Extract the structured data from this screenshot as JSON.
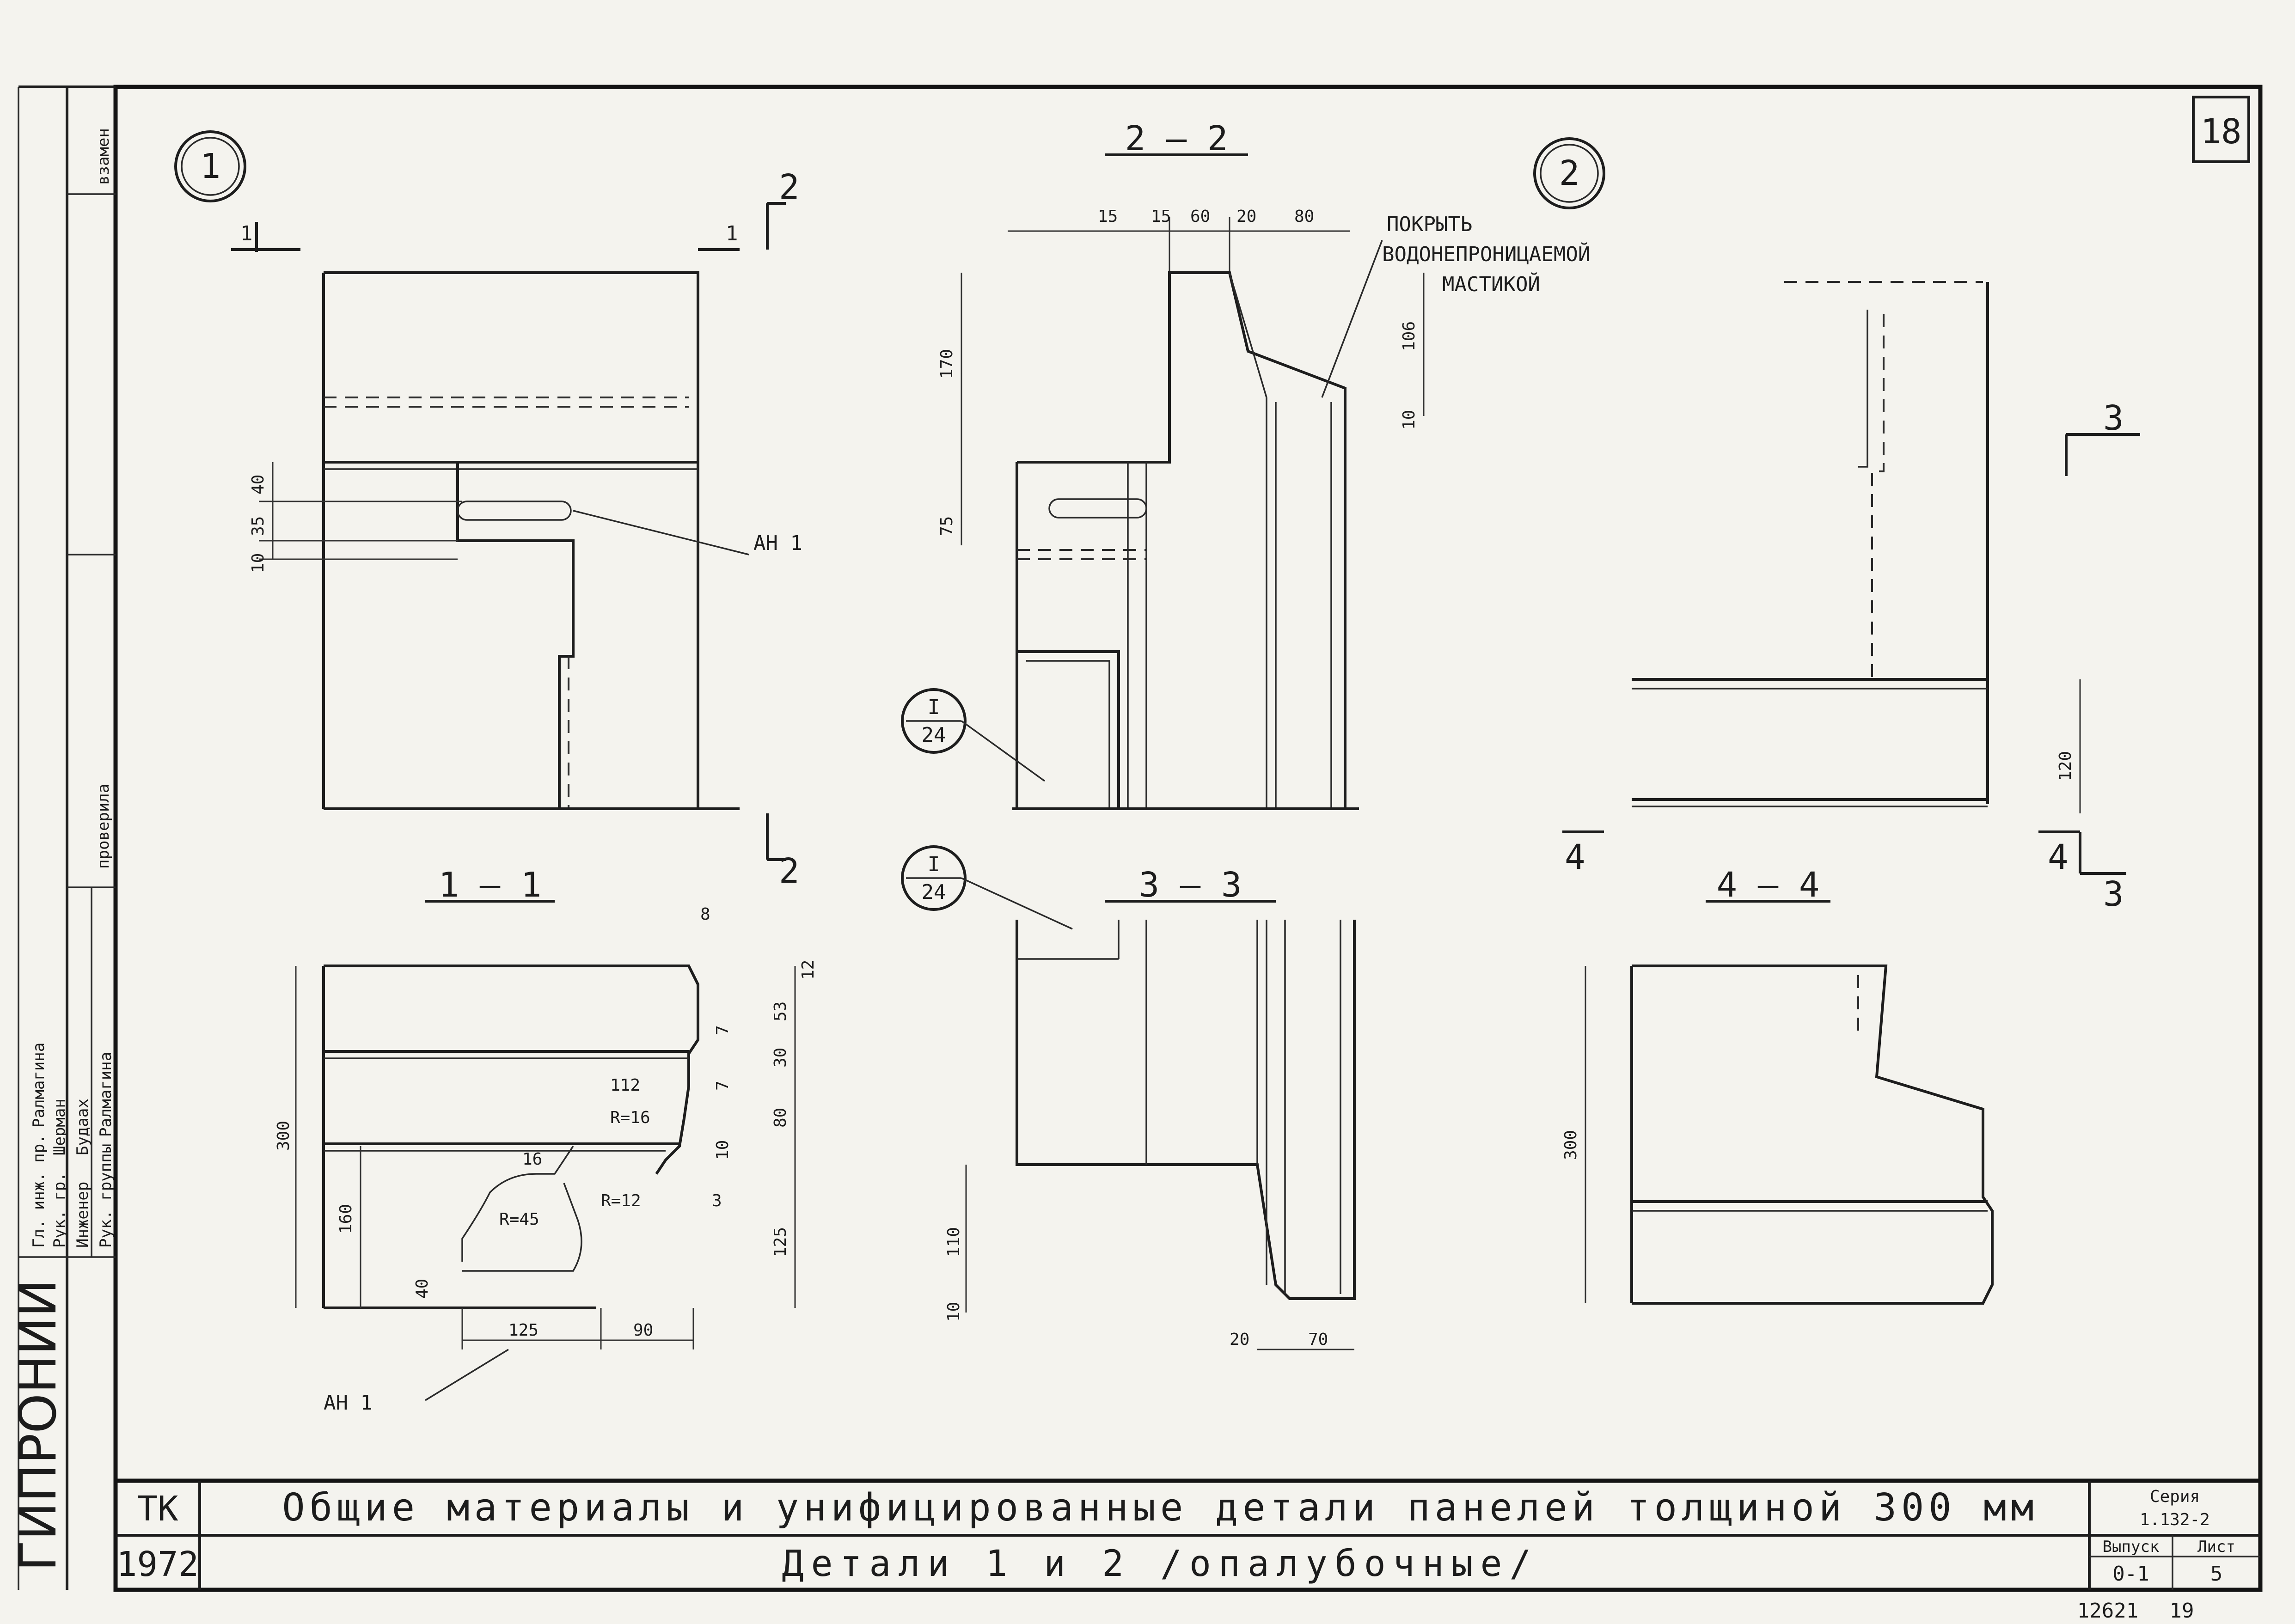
{
  "sheet": {
    "number": "18",
    "title": "Общие материалы и унифицированные детали панелей толщиной 300 мм",
    "subtitle": "Детали 1 и 2 /опалубочные/",
    "org_code": "ТК",
    "year": "1972",
    "series_label": "Серия",
    "series_value": "1.132-2",
    "issue_label": "Выпуск",
    "issue_value": "0-1",
    "page_label": "Лист",
    "page_value": "5",
    "archive_number": "12621",
    "archive_page": "19",
    "side_org": "ГИПРОНИИ",
    "side_checked": "проверила",
    "side_zamena": "взамен",
    "stamp_rows": [
      {
        "role": "Инженер",
        "name": "Будаах"
      },
      {
        "role": "Рук. гр.",
        "name": "Ралмагина"
      },
      {
        "role": "Гл. инж. пр.",
        "name": "Шерман"
      },
      {
        "role": "Рук. группы",
        "name": "Ралмагина"
      }
    ]
  },
  "drawing": {
    "detail_1": "1",
    "detail_2": "2",
    "sections": {
      "s11": "1 — 1",
      "s22": "2 — 2",
      "s33": "3 — 3",
      "s44": "4 — 4"
    },
    "cut_marks": {
      "c1": "1",
      "c2": "2",
      "c3": "3",
      "c4": "4"
    },
    "callout": {
      "top": "I",
      "bottom": "24"
    },
    "anchor_label": "АН 1",
    "note_lines": [
      "ПОКРЫТЬ",
      "ВОДОНЕПРОНИЦАЕМОЙ",
      "МАСТИКОЙ"
    ],
    "dims_s22_top": [
      "15",
      "15",
      "60",
      "20",
      "80"
    ],
    "dims_s22_left": [
      "170",
      "75"
    ],
    "dims_s22_right": [
      "106",
      "10"
    ],
    "dims_d1_left": [
      "40",
      "35",
      "10"
    ],
    "dims_d2_right": [
      "120"
    ],
    "dims_s11_right": [
      "8",
      "12",
      "53",
      "7",
      "30",
      "7",
      "80",
      "10",
      "3",
      "125"
    ],
    "dims_s11_inner": [
      "112",
      "R=16",
      "16",
      "R=12",
      "R=45"
    ],
    "dims_s11_left": [
      "300",
      "160",
      "40"
    ],
    "dims_s11_bottom": [
      "125",
      "90"
    ],
    "dims_s33_left": [
      "110",
      "10"
    ],
    "dims_s33_bottom": [
      "20",
      "70"
    ],
    "dims_s44_left": [
      "300"
    ]
  }
}
